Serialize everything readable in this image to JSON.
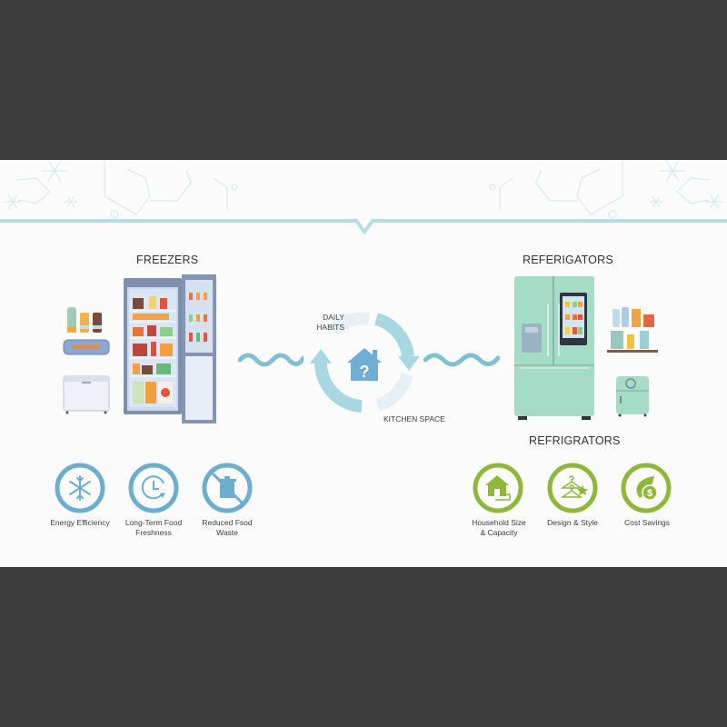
{
  "infographic": {
    "left_panel": {
      "title": "FREEZERS",
      "accent_color": "#6aaed0",
      "features": [
        {
          "icon": "snowflake-icon",
          "label": "Energy Efficiency"
        },
        {
          "icon": "clock-refresh-icon",
          "label": "Long-Term Food Freshness"
        },
        {
          "icon": "no-trash-icon",
          "label": "Reduced Fsod Waste"
        }
      ]
    },
    "center": {
      "cycle_labels": {
        "top": "DAILY HABITS",
        "bottom": "KITCHEN SPACE"
      },
      "center_icon": "house-question-icon",
      "accent_color": "#8ec9d8"
    },
    "right_panel": {
      "title": "REFERIGATORS",
      "subtitle": "REFRIGRATORS",
      "accent_color": "#8fb83a",
      "features": [
        {
          "icon": "house-plug-icon",
          "label": "Household Size & Capacity"
        },
        {
          "icon": "hanger-star-icon",
          "label": "Design & Style"
        },
        {
          "icon": "leaf-dollar-icon",
          "label": "Cost Savings"
        }
      ]
    }
  }
}
